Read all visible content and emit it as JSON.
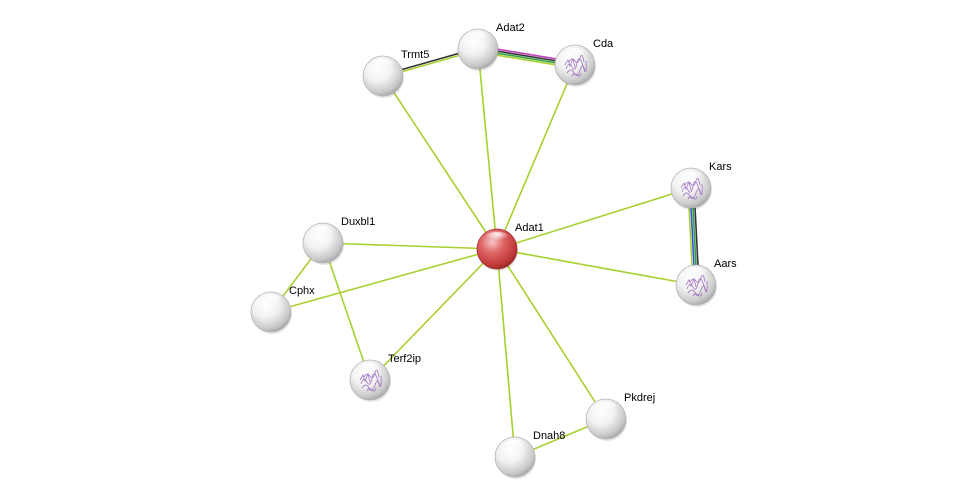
{
  "nodes": [
    {
      "id": "Adat1",
      "label": "Adat1",
      "kind": "query",
      "structure": false
    },
    {
      "id": "Adat2",
      "label": "Adat2",
      "kind": "partner",
      "structure": false
    },
    {
      "id": "Trmt5",
      "label": "Trmt5",
      "kind": "partner",
      "structure": false
    },
    {
      "id": "Cda",
      "label": "Cda",
      "kind": "partner",
      "structure": true
    },
    {
      "id": "Kars",
      "label": "Kars",
      "kind": "partner",
      "structure": true
    },
    {
      "id": "Aars",
      "label": "Aars",
      "kind": "partner",
      "structure": true
    },
    {
      "id": "Duxbl1",
      "label": "Duxbl1",
      "kind": "partner",
      "structure": false
    },
    {
      "id": "Cphx",
      "label": "Cphx",
      "kind": "partner",
      "structure": false
    },
    {
      "id": "Terf2ip",
      "label": "Terf2ip",
      "kind": "partner",
      "structure": true
    },
    {
      "id": "Pkdrej",
      "label": "Pkdrej",
      "kind": "partner",
      "structure": false
    },
    {
      "id": "Dnah8",
      "label": "Dnah8",
      "kind": "partner",
      "structure": false
    }
  ],
  "edges": [
    {
      "source": "Adat1",
      "target": "Trmt5",
      "evidence": [
        "#a8d030"
      ]
    },
    {
      "source": "Adat1",
      "target": "Adat2",
      "evidence": [
        "#a8d030"
      ]
    },
    {
      "source": "Adat1",
      "target": "Cda",
      "evidence": [
        "#a8d030"
      ]
    },
    {
      "source": "Adat1",
      "target": "Kars",
      "evidence": [
        "#a8d030"
      ]
    },
    {
      "source": "Adat1",
      "target": "Aars",
      "evidence": [
        "#a8d030"
      ]
    },
    {
      "source": "Adat1",
      "target": "Duxbl1",
      "evidence": [
        "#a8d030"
      ]
    },
    {
      "source": "Adat1",
      "target": "Cphx",
      "evidence": [
        "#a8d030"
      ]
    },
    {
      "source": "Adat1",
      "target": "Terf2ip",
      "evidence": [
        "#a8d030"
      ]
    },
    {
      "source": "Adat1",
      "target": "Dnah8",
      "evidence": [
        "#a8d030"
      ]
    },
    {
      "source": "Adat1",
      "target": "Pkdrej",
      "evidence": [
        "#a8d030"
      ]
    },
    {
      "source": "Duxbl1",
      "target": "Cphx",
      "evidence": [
        "#a8d030"
      ]
    },
    {
      "source": "Duxbl1",
      "target": "Terf2ip",
      "evidence": [
        "#a8d030"
      ]
    },
    {
      "source": "Dnah8",
      "target": "Pkdrej",
      "evidence": [
        "#a8d030"
      ]
    },
    {
      "source": "Trmt5",
      "target": "Adat2",
      "evidence": [
        "#333333",
        "#a8d030"
      ]
    },
    {
      "source": "Adat2",
      "target": "Cda",
      "evidence": [
        "#c040c0",
        "#333333",
        "#30a040",
        "#a8d030"
      ]
    },
    {
      "source": "Kars",
      "target": "Aars",
      "evidence": [
        "#333333",
        "#30a040",
        "#3050e0",
        "#a8d030"
      ]
    }
  ],
  "colors": {
    "query_node": "#d24a4a",
    "partner_node": "#d8d8d8",
    "structure_glyph": "#9a6fc0"
  }
}
